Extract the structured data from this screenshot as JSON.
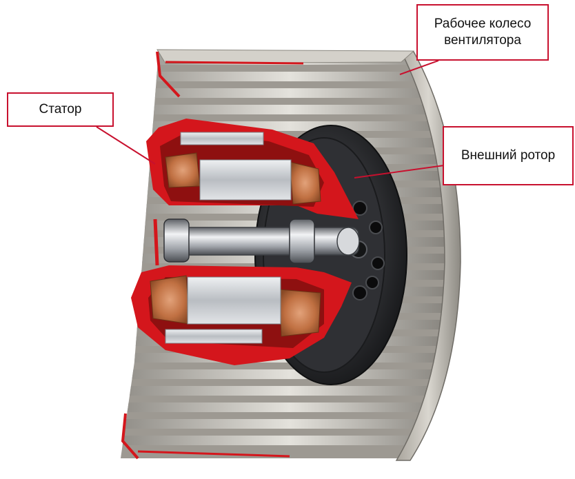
{
  "callouts": {
    "impeller": {
      "line1": "Рабочее колесо",
      "line2": "вентилятора"
    },
    "stator": {
      "label": "Статор"
    },
    "rotor": {
      "label": "Внешний ротор"
    }
  },
  "colors": {
    "callout_border": "#c8102e",
    "cutaway_red": "#d4161c",
    "copper": "#c8774a",
    "steel": "#c9ccd0",
    "dark_metal": "#2c2d30",
    "blade_metal": "#b7b4ad"
  }
}
